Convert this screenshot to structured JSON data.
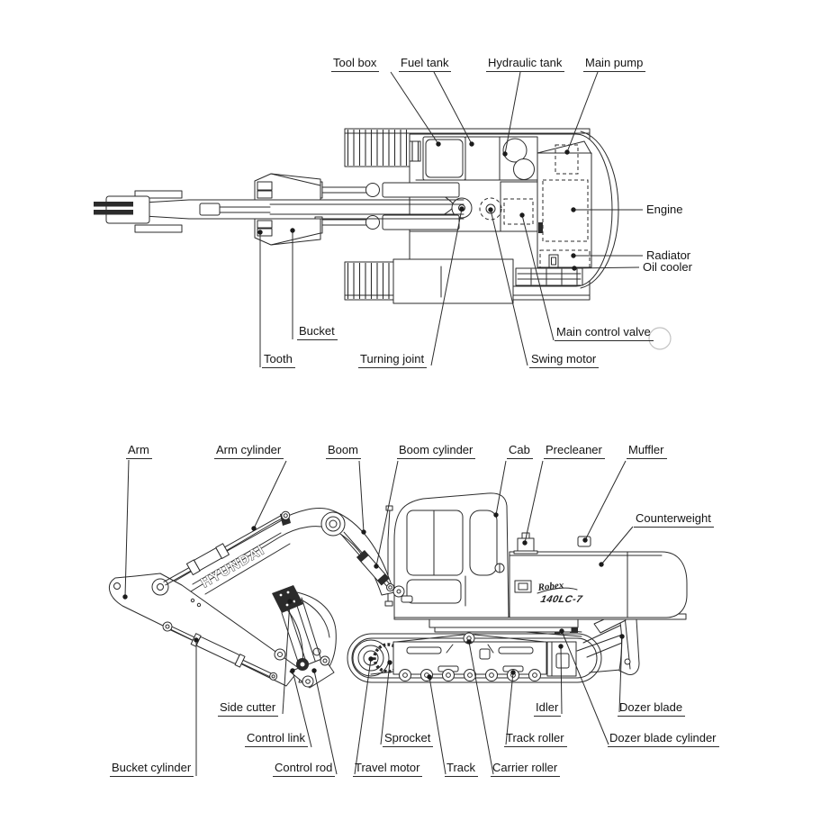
{
  "figure": {
    "type": "labeled technical diagram",
    "subject": "Excavator component identification - top view and side view",
    "top_view": {
      "labels": {
        "tool_box": "Tool box",
        "fuel_tank": "Fuel tank",
        "hydraulic_tank": "Hydraulic tank",
        "main_pump": "Main pump",
        "engine": "Engine",
        "radiator": "Radiator",
        "oil_cooler": "Oil cooler",
        "bucket": "Bucket",
        "tooth": "Tooth",
        "turning_joint": "Turning joint",
        "swing_motor": "Swing motor",
        "main_control_valve": "Main control valve"
      }
    },
    "side_view": {
      "labels": {
        "arm": "Arm",
        "arm_cylinder": "Arm cylinder",
        "boom": "Boom",
        "boom_cylinder": "Boom cylinder",
        "cab": "Cab",
        "precleaner": "Precleaner",
        "muffler": "Muffler",
        "counterweight": "Counterweight",
        "side_cutter": "Side cutter",
        "control_link": "Control link",
        "control_rod": "Control rod",
        "bucket_cylinder": "Bucket cylinder",
        "sprocket": "Sprocket",
        "travel_motor": "Travel motor",
        "track": "Track",
        "carrier_roller": "Carrier roller",
        "track_roller": "Track roller",
        "idler": "Idler",
        "dozer_blade": "Dozer blade",
        "dozer_blade_cylinder": "Dozer blade cylinder"
      },
      "decals": {
        "brand": "HYUNDAI",
        "model_script": "Robex",
        "model_number": "140LC-7"
      }
    },
    "colors": {
      "line": "#2b2b2b",
      "label_text": "#141414",
      "faint_circle": "#c2c2c2",
      "background": "#ffffff"
    }
  }
}
